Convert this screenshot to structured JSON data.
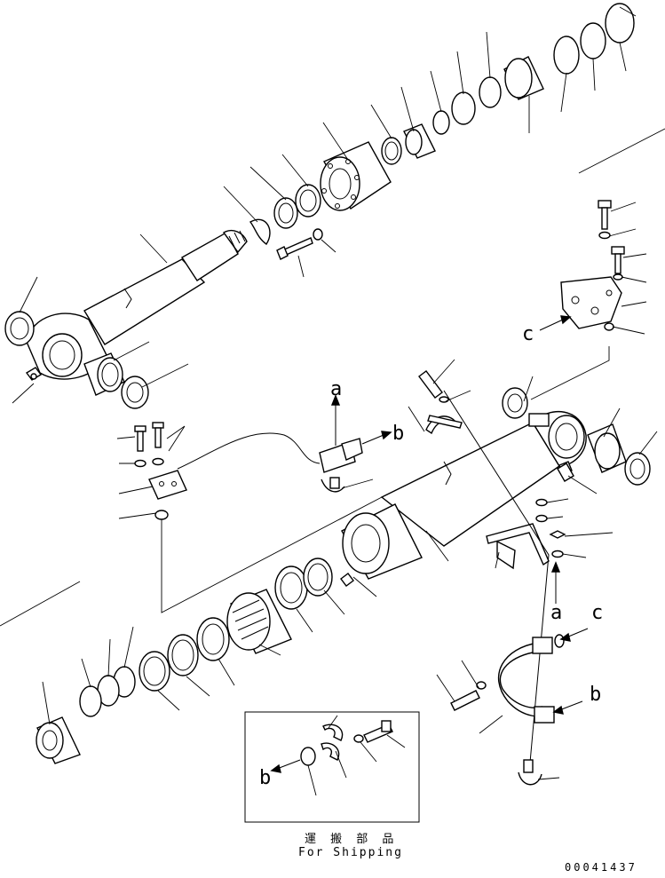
{
  "callouts": {
    "a_top": "a",
    "b_top": "b",
    "c_right": "c",
    "a_bottom": "a",
    "c_bottom": "c",
    "b_bottom": "b",
    "b_shipping": "b"
  },
  "shipping": {
    "label_jp": "運 搬 部 品",
    "label_en": "For Shipping"
  },
  "drawing_number": "00041437"
}
